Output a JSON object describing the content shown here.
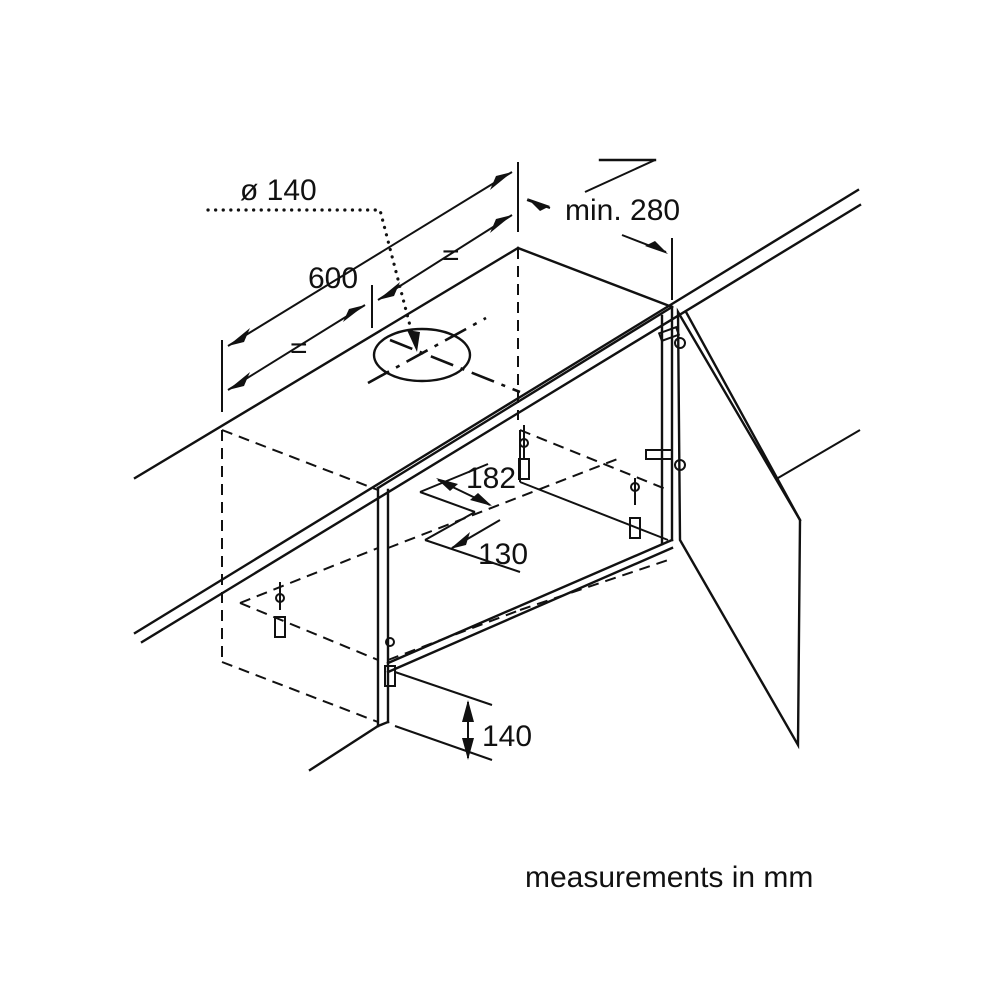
{
  "dimensions": {
    "duct_diameter": "ø 140",
    "width": "600",
    "equal_left": "=",
    "equal_right": "=",
    "min_depth": "min. 280",
    "cutout_depth": "182",
    "cutout_width": "130",
    "bottom_height": "140"
  },
  "caption": "measurements in mm"
}
